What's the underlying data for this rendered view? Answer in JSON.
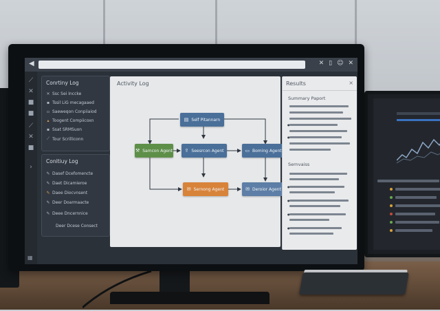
{
  "left_panel_top": {
    "title": "Conrtiny Log",
    "items": [
      {
        "icon": "tools-icon",
        "label": "Ssc Sei Inccke"
      },
      {
        "icon": "document-icon",
        "label": "Tssil LiG mecagaaed"
      },
      {
        "icon": "pipe-icon",
        "label": "Saeweqon Conpiiaiod"
      },
      {
        "icon": "fire-icon",
        "label": "Toogent Compiicoxn"
      },
      {
        "icon": "tag-icon",
        "label": "Ssat SRMSuon"
      },
      {
        "icon": "slash-icon",
        "label": "Tour Scrilliconn"
      }
    ]
  },
  "left_panel_bottom": {
    "title": "Conitiuy Log",
    "items": [
      {
        "icon": "pencil-icon",
        "label": "Dasef Dcefomencte"
      },
      {
        "icon": "pencil-icon",
        "label": "Daet Dicamieroe"
      },
      {
        "icon": "pencil-icon",
        "label": "Daee Diocvnsent"
      },
      {
        "icon": "pencil-icon",
        "label": "Deer Doarmaacte"
      },
      {
        "icon": "pencil-icon",
        "label": "Deee Dncernnice"
      },
      {
        "icon": "pencil-icon",
        "label": "Deer Dcese Consect"
      }
    ]
  },
  "activity": {
    "title": "Activity Log",
    "nodes": {
      "top": "Self Pitannarn",
      "left": "Samcon Agent",
      "center": "Seesrcon Agent",
      "right": "Boming Agent",
      "bottom_left": "Sernong Agent",
      "bottom_right": "Deroior Agent"
    }
  },
  "results": {
    "title": "Results",
    "summary_label": "Summary Paport",
    "section_label": "Sernvaiss"
  },
  "colors": {
    "node_blue": "#4a6f99",
    "node_green": "#5e8f48",
    "node_orange": "#d8833a",
    "screen_bg": "#2b3139",
    "card_bg": "#e6e8ea"
  }
}
